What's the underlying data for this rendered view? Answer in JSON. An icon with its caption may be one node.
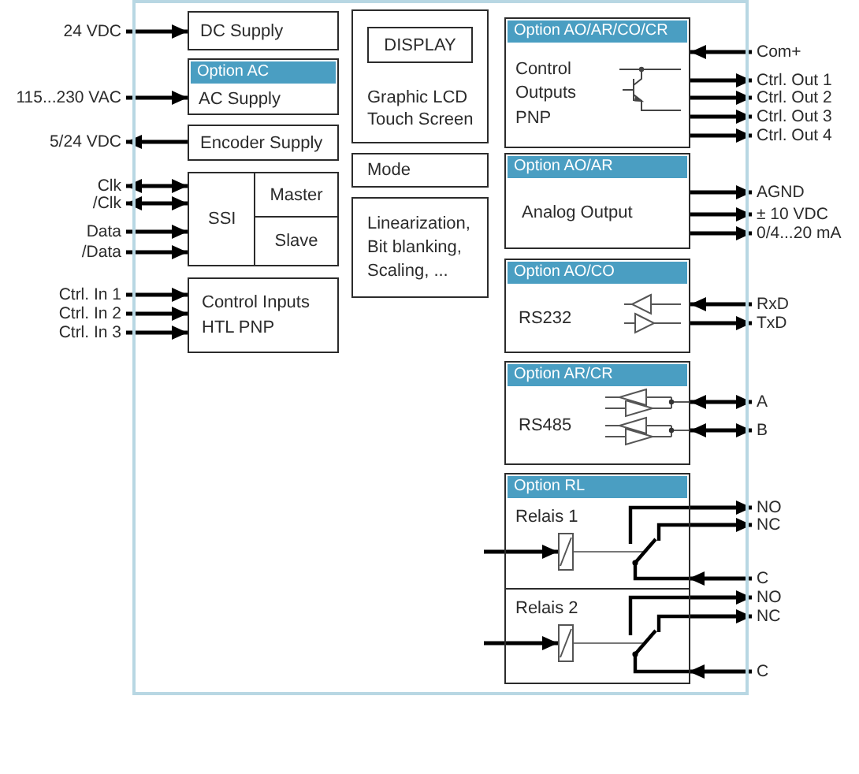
{
  "diagram": {
    "nodes": [
      {
        "text": [],
        "shape": "box"
      },
      {
        "text": [
          "DC Supply"
        ],
        "in": 0
      },
      {
        "text": [
          "Option AC",
          "AC Supply"
        ],
        "in": 0
      },
      {
        "text": [
          "Encoder Supply"
        ],
        "in": 0
      },
      {
        "text": [
          "SSI"
        ],
        "in": 0
      },
      {
        "text": [
          "Master"
        ],
        "in": 4
      },
      {
        "text": [
          "Slave"
        ],
        "in": 4
      },
      {
        "text": [
          "Control Inputs HTL PNP"
        ],
        "in": 0
      },
      {
        "text": [
          "Graphic LCD Touch Screen"
        ],
        "in": 0
      },
      {
        "text": [
          "DISPLAY"
        ],
        "in": 8
      },
      {
        "text": [
          "Mode"
        ],
        "in": 0
      },
      {
        "text": [
          "Linearization, Bit blanking, Scaling, ..."
        ],
        "in": 0
      },
      {
        "text": [
          "Option AO/AR/CO/CR",
          "Control Outputs PNP"
        ],
        "in": 0
      },
      {
        "text": [
          "Option AO/AR",
          "Analog Output"
        ],
        "in": 0
      },
      {
        "text": [
          "Option AO/CO",
          "RS232"
        ],
        "in": 0
      },
      {
        "text": [
          "Option AR/CR",
          "RS485"
        ],
        "in": 0
      },
      {
        "text": [
          "Option RL"
        ],
        "in": 0
      },
      {
        "text": [
          "Relais 1"
        ],
        "in": 16
      },
      {
        "text": [],
        "shape": "box",
        "in": 17
      },
      {
        "text": [
          "Relais 2"
        ],
        "in": 16
      },
      {
        "text": [],
        "shape": "box",
        "in": 19
      },
      {
        "text": [
          "24 VDC"
        ]
      },
      {
        "text": [
          "115...230 VAC"
        ]
      },
      {
        "text": [
          "5/24 VDC"
        ]
      },
      {
        "text": [
          "Clk"
        ]
      },
      {
        "text": [
          "/Clk"
        ]
      },
      {
        "text": [
          "Data"
        ]
      },
      {
        "text": [
          "/Data"
        ]
      },
      {
        "text": [
          "Ctrl. In 1"
        ]
      },
      {
        "text": [
          "Ctrl. In 2"
        ]
      },
      {
        "text": [
          "Ctrl. In 3"
        ]
      },
      {
        "text": [
          "Com+"
        ]
      },
      {
        "text": [
          "Ctrl. Out 1"
        ]
      },
      {
        "text": [
          "Ctrl. Out 2"
        ]
      },
      {
        "text": [
          "Ctrl. Out 3"
        ]
      },
      {
        "text": [
          "Ctrl. Out 4"
        ]
      },
      {
        "text": [
          "AGND"
        ]
      },
      {
        "text": [
          "± 10 VDC"
        ]
      },
      {
        "text": [
          "0/4...20 mA"
        ]
      },
      {
        "text": [
          "RxD"
        ]
      },
      {
        "text": [
          "TxD"
        ]
      },
      {
        "text": [
          "A"
        ]
      },
      {
        "text": [
          "B"
        ]
      },
      {
        "text": [
          "NO"
        ]
      },
      {
        "text": [
          "NC"
        ]
      },
      {
        "text": [
          "C"
        ]
      },
      {
        "text": [
          "NO"
        ]
      },
      {
        "text": [
          "NC"
        ]
      },
      {
        "text": [
          "C"
        ]
      }
    ],
    "edges": [
      {
        "from": 21,
        "to": 1,
        "arrow": "to"
      },
      {
        "from": 22,
        "to": 2,
        "arrow": "to"
      },
      {
        "from": 3,
        "to": 23,
        "arrow": "to"
      },
      {
        "from": 24,
        "to": 4,
        "arrow": "both"
      },
      {
        "from": 25,
        "to": 4,
        "arrow": "both"
      },
      {
        "from": 26,
        "to": 4,
        "arrow": "to"
      },
      {
        "from": 27,
        "to": 4,
        "arrow": "to"
      },
      {
        "from": 28,
        "to": 7,
        "arrow": "to"
      },
      {
        "from": 29,
        "to": 7,
        "arrow": "to"
      },
      {
        "from": 30,
        "to": 7,
        "arrow": "to"
      },
      {
        "from": 31,
        "to": 12,
        "arrow": "to"
      },
      {
        "from": 12,
        "to": 32,
        "arrow": "to"
      },
      {
        "from": 12,
        "to": 33,
        "arrow": "to"
      },
      {
        "from": 12,
        "to": 34,
        "arrow": "to"
      },
      {
        "from": 12,
        "to": 35,
        "arrow": "to"
      },
      {
        "from": 13,
        "to": 36,
        "arrow": "to"
      },
      {
        "from": 13,
        "to": 37,
        "arrow": "to"
      },
      {
        "from": 13,
        "to": 38,
        "arrow": "to"
      },
      {
        "from": 39,
        "to": 14,
        "arrow": "to"
      },
      {
        "from": 14,
        "to": 40,
        "arrow": "to"
      },
      {
        "from": 15,
        "to": 41,
        "arrow": "both"
      },
      {
        "from": 15,
        "to": 42,
        "arrow": "both"
      },
      {
        "from": null,
        "to": 18,
        "arrow": "to"
      },
      {
        "from": 17,
        "to": 43,
        "arrow": "to"
      },
      {
        "from": 17,
        "to": 44,
        "arrow": "to"
      },
      {
        "from": 45,
        "to": 17,
        "arrow": "to"
      },
      {
        "from": null,
        "to": 20,
        "arrow": "to"
      },
      {
        "from": 19,
        "to": 46,
        "arrow": "to"
      },
      {
        "from": 19,
        "to": 47,
        "arrow": "to"
      },
      {
        "from": 48,
        "to": 19,
        "arrow": "to"
      }
    ]
  }
}
